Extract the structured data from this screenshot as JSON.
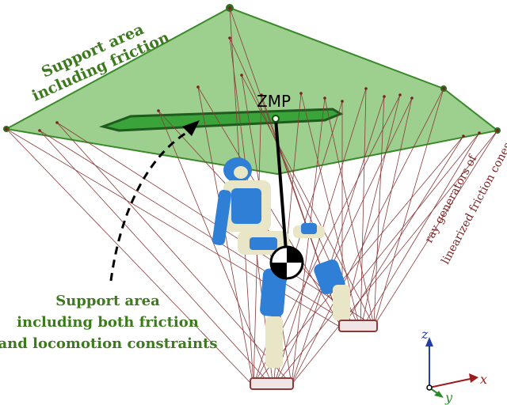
{
  "labels": {
    "support_friction_line1": "Support area",
    "support_friction_line2": "including friction",
    "zmp": "ZMP",
    "support_both_line1": "Support area",
    "support_both_line2": "including both friction",
    "support_both_line3": "and locomotion constraints",
    "ray_line1": "ray generators of",
    "ray_line2": "linearized friction cones"
  },
  "axes": {
    "z": "z",
    "x": "x",
    "y": "y"
  },
  "colors": {
    "support_fill": "#8cc77a",
    "support_edge": "#3a8a2a",
    "inner_fill": "#3aa33a",
    "inner_edge": "#1f5a1f",
    "ray": "#8b3a3a",
    "label_green": "#3d7a1e",
    "label_red": "#7a1f1f",
    "robot_blue": "#2f7fd6",
    "robot_cream": "#e9e6c8",
    "axis_z": "#1f3faa",
    "axis_x": "#9b1c1c",
    "axis_y": "#2a8a2a"
  }
}
